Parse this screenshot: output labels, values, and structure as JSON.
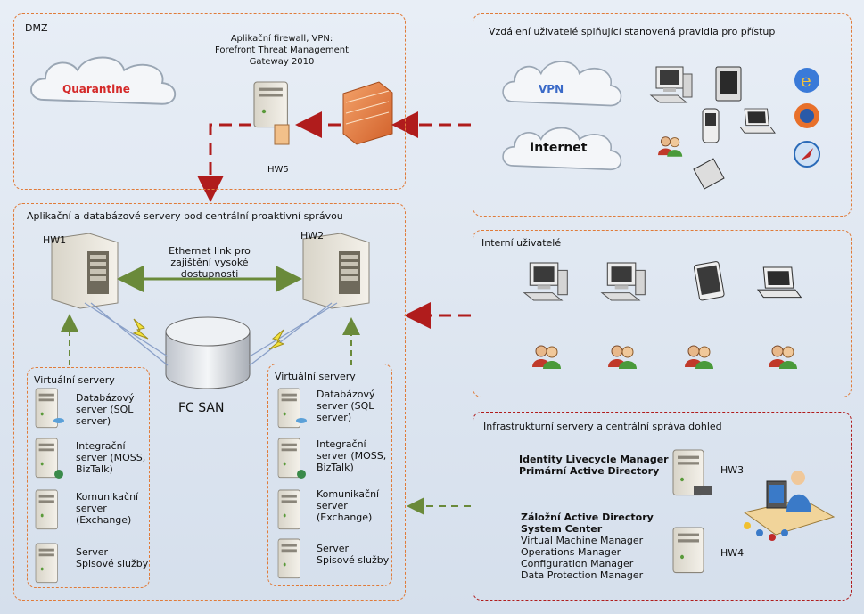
{
  "dmz": {
    "title": "DMZ",
    "quarantine": "Quarantine",
    "firewall_label": "Aplikační firewall, VPN:\nForefront Threat Management\nGateway 2010",
    "hw5": "HW5"
  },
  "remote": {
    "title": "Vzdálení uživatelé splňující stanovená pravidla pro přístup",
    "vpn": "VPN",
    "internet": "Internet"
  },
  "app": {
    "title": "Aplikační a databázové servery pod centrální proaktivní správou",
    "hw1": "HW1",
    "hw2": "HW2",
    "ethernet": "Ethernet link pro\nzajištění vysoké\ndostupnosti",
    "san": "FC SAN",
    "vs_left": {
      "title": "Virtuální servery",
      "items": [
        "Databázový\nserver (SQL\nserver)",
        "Integrační\nserver (MOSS,\nBizTalk)",
        "Komunikační\nserver\n(Exchange)",
        "Server\nSpisové služby"
      ]
    },
    "vs_right": {
      "title": "Virtuální servery",
      "items": [
        "Databázový\nserver (SQL\nserver)",
        "Integrační\nserver (MOSS,\nBizTalk)",
        "Komunikační\nserver\n(Exchange)",
        "Server\nSpisové služby"
      ]
    }
  },
  "internal": {
    "title": "Interní uživatelé"
  },
  "infra": {
    "title": "Infrastrukturní servery a centrální správa dohled",
    "hw3_title": "Identity Livecycle Manager\nPrimární Active Directory",
    "hw3": "HW3",
    "hw4_title": "Záložní Active Directory\nSystem Center",
    "hw4_items": "Virtual Machine Manager\nOperations Manager\nConfiguration Manager\nData Protection Manager",
    "hw4": "HW4"
  },
  "colors": {
    "orange_border": "#e07b39",
    "red_border": "#b01c1c",
    "red_arrow": "#b01c1c",
    "green_arrow": "#6a8a3a"
  }
}
